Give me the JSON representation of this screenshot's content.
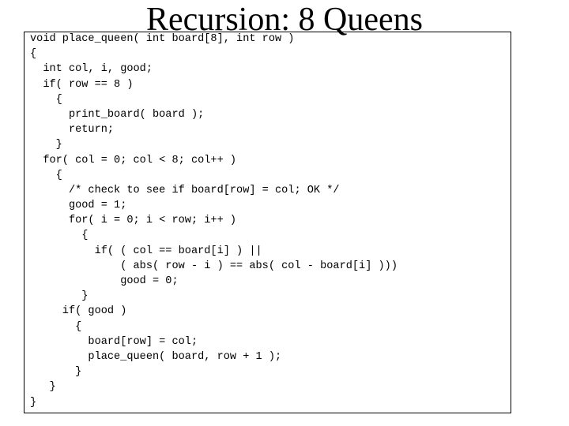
{
  "title": "Recursion: 8 Queens",
  "code_lines": [
    "void place_queen( int board[8], int row )",
    "{",
    "  int col, i, good;",
    "  if( row == 8 )",
    "    {",
    "      print_board( board );",
    "      return;",
    "    }",
    "  for( col = 0; col < 8; col++ )",
    "    {",
    "      /* check to see if board[row] = col; OK */",
    "      good = 1;",
    "      for( i = 0; i < row; i++ )",
    "        {",
    "          if( ( col == board[i] ) ||",
    "              ( abs( row - i ) == abs( col - board[i] )))",
    "              good = 0;",
    "        }",
    "     if( good )",
    "       {",
    "         board[row] = col;",
    "         place_queen( board, row + 1 );",
    "       }",
    "   }",
    "}"
  ]
}
